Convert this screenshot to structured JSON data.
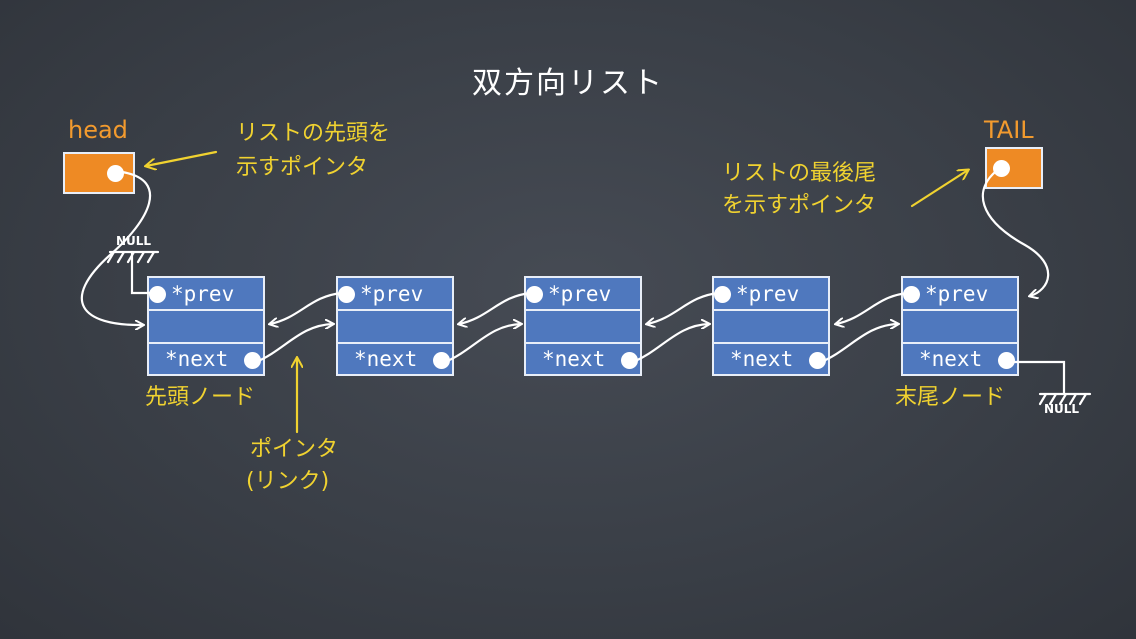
{
  "title": "双方向リスト",
  "head_label": "head",
  "tail_label": "TAIL",
  "head_note": [
    "リストの先頭を",
    "示すポインタ"
  ],
  "tail_note": [
    "リストの最後尾",
    "を示すポインタ"
  ],
  "first_node_label": "先頭ノード",
  "last_node_label": "末尾ノード",
  "pointer_note": [
    "ポインタ",
    "(リンク)"
  ],
  "null_label": "NULL",
  "nodes": [
    {
      "prev": "*prev",
      "next": "*next"
    },
    {
      "prev": "*prev",
      "next": "*next"
    },
    {
      "prev": "*prev",
      "next": "*next"
    },
    {
      "prev": "*prev",
      "next": "*next"
    },
    {
      "prev": "*prev",
      "next": "*next"
    }
  ],
  "colors": {
    "background": "#3a3f47",
    "node_fill": "#4f78be",
    "pointer_box": "#ee8a24",
    "annotation": "#f0d230",
    "head_tail_label": "#f29a2e",
    "chalk": "#ffffff"
  }
}
